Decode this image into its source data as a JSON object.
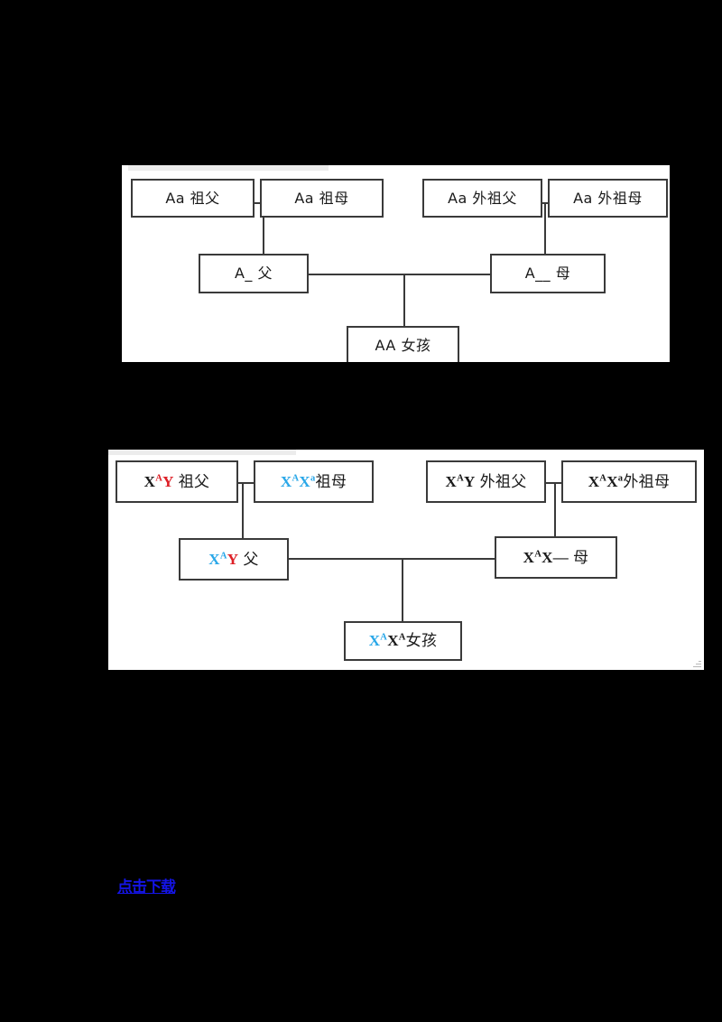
{
  "page": {
    "background_color": "#000000",
    "panel_background": "#ffffff"
  },
  "colors": {
    "box_border": "#3a3a3a",
    "text": "#1a1a1a",
    "accent_blue": "#29a7e8",
    "accent_red": "#dd1f26",
    "link_blue": "#1414e6",
    "panel_strip": "#ececec"
  },
  "diagram_1": {
    "title": "",
    "watermark": "",
    "nodes": {
      "paternal_grandfather": {
        "genotype": "Aa",
        "kin": "祖父",
        "full": "Aa 祖父"
      },
      "paternal_grandmother": {
        "genotype": "Aa",
        "kin": "祖母",
        "full": "Aa 祖母"
      },
      "maternal_grandfather": {
        "genotype": "Aa",
        "kin": "外祖父",
        "full": "Aa 外祖父"
      },
      "maternal_grandmother": {
        "genotype": "Aa",
        "kin": "外祖母",
        "full": "Aa 外祖母"
      },
      "father": {
        "genotype": "A_",
        "kin": "父",
        "full": "A_ 父"
      },
      "mother": {
        "genotype": "A__",
        "kin": "母",
        "full": "A__ 母"
      },
      "daughter": {
        "genotype": "AA",
        "kin": "女孩",
        "full": "AA 女孩"
      }
    }
  },
  "diagram_2": {
    "title": "",
    "watermark": "",
    "nodes": {
      "paternal_grandfather": {
        "full": "XAY 祖父",
        "kin": "祖父",
        "parts": [
          {
            "text": "X",
            "sup": "A",
            "color": "black",
            "sup_color": "red"
          },
          {
            "text": "Y",
            "sup": "",
            "color": "red",
            "sup_color": ""
          }
        ]
      },
      "paternal_grandmother": {
        "full": "XAXa 祖母",
        "kin": "祖母",
        "parts": [
          {
            "text": "X",
            "sup": "A",
            "color": "blue",
            "sup_color": "blue"
          },
          {
            "text": "X",
            "sup": "a",
            "color": "blue",
            "sup_color": "blue"
          }
        ]
      },
      "maternal_grandfather": {
        "full": "XAY 外祖父",
        "kin": "外祖父",
        "parts": [
          {
            "text": "X",
            "sup": "A",
            "color": "black",
            "sup_color": "black"
          },
          {
            "text": "Y",
            "sup": "",
            "color": "black",
            "sup_color": ""
          }
        ]
      },
      "maternal_grandmother": {
        "full": "XAXa 外祖母",
        "kin": "外祖母",
        "parts": [
          {
            "text": "X",
            "sup": "A",
            "color": "black",
            "sup_color": "black"
          },
          {
            "text": "X",
            "sup": "a",
            "color": "black",
            "sup_color": "black"
          }
        ]
      },
      "father": {
        "full": "XAY 父",
        "kin": "父",
        "parts": [
          {
            "text": "X",
            "sup": "A",
            "color": "blue",
            "sup_color": "blue"
          },
          {
            "text": "Y",
            "sup": "",
            "color": "red",
            "sup_color": ""
          }
        ]
      },
      "mother": {
        "full": "XAX— 母",
        "kin": "母",
        "parts": [
          {
            "text": "X",
            "sup": "A",
            "color": "black",
            "sup_color": "black"
          },
          {
            "text": "X—",
            "sup": "",
            "color": "black",
            "sup_color": ""
          }
        ]
      },
      "daughter": {
        "full": "XAXA 女孩",
        "kin": "女孩",
        "parts": [
          {
            "text": "X",
            "sup": "A",
            "color": "blue",
            "sup_color": "blue"
          },
          {
            "text": "X",
            "sup": "A",
            "color": "black",
            "sup_color": "black"
          }
        ]
      }
    }
  },
  "footer": {
    "link_text": "点击下载"
  }
}
